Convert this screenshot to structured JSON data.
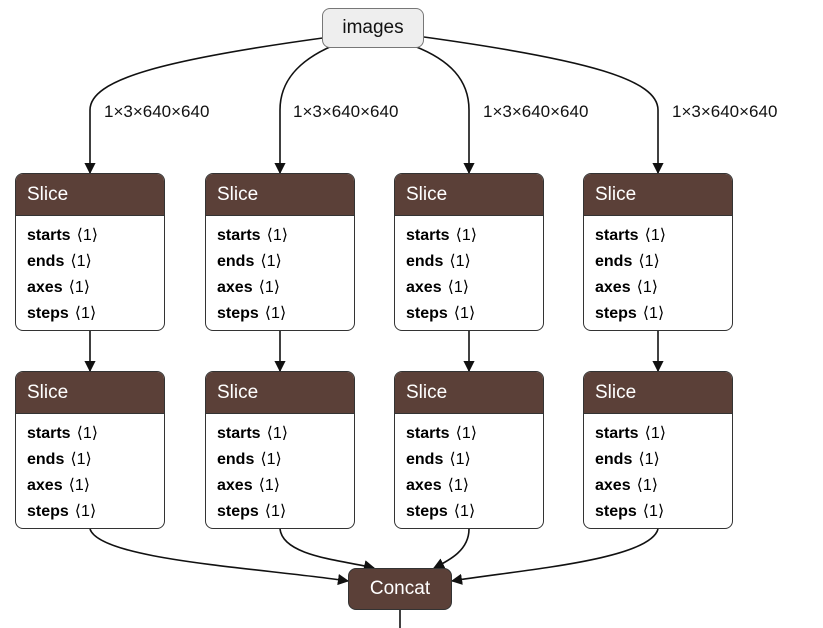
{
  "input": {
    "label": "images"
  },
  "edge_labels": [
    "1×3×640×640",
    "1×3×640×640",
    "1×3×640×640",
    "1×3×640×640"
  ],
  "columns": [
    {
      "top": {
        "title": "Slice",
        "attrs": [
          {
            "name": "starts",
            "value": "⟨1⟩"
          },
          {
            "name": "ends",
            "value": "⟨1⟩"
          },
          {
            "name": "axes",
            "value": "⟨1⟩"
          },
          {
            "name": "steps",
            "value": "⟨1⟩"
          }
        ]
      },
      "bottom": {
        "title": "Slice",
        "attrs": [
          {
            "name": "starts",
            "value": "⟨1⟩"
          },
          {
            "name": "ends",
            "value": "⟨1⟩"
          },
          {
            "name": "axes",
            "value": "⟨1⟩"
          },
          {
            "name": "steps",
            "value": "⟨1⟩"
          }
        ]
      }
    },
    {
      "top": {
        "title": "Slice",
        "attrs": [
          {
            "name": "starts",
            "value": "⟨1⟩"
          },
          {
            "name": "ends",
            "value": "⟨1⟩"
          },
          {
            "name": "axes",
            "value": "⟨1⟩"
          },
          {
            "name": "steps",
            "value": "⟨1⟩"
          }
        ]
      },
      "bottom": {
        "title": "Slice",
        "attrs": [
          {
            "name": "starts",
            "value": "⟨1⟩"
          },
          {
            "name": "ends",
            "value": "⟨1⟩"
          },
          {
            "name": "axes",
            "value": "⟨1⟩"
          },
          {
            "name": "steps",
            "value": "⟨1⟩"
          }
        ]
      }
    },
    {
      "top": {
        "title": "Slice",
        "attrs": [
          {
            "name": "starts",
            "value": "⟨1⟩"
          },
          {
            "name": "ends",
            "value": "⟨1⟩"
          },
          {
            "name": "axes",
            "value": "⟨1⟩"
          },
          {
            "name": "steps",
            "value": "⟨1⟩"
          }
        ]
      },
      "bottom": {
        "title": "Slice",
        "attrs": [
          {
            "name": "starts",
            "value": "⟨1⟩"
          },
          {
            "name": "ends",
            "value": "⟨1⟩"
          },
          {
            "name": "axes",
            "value": "⟨1⟩"
          },
          {
            "name": "steps",
            "value": "⟨1⟩"
          }
        ]
      }
    },
    {
      "top": {
        "title": "Slice",
        "attrs": [
          {
            "name": "starts",
            "value": "⟨1⟩"
          },
          {
            "name": "ends",
            "value": "⟨1⟩"
          },
          {
            "name": "axes",
            "value": "⟨1⟩"
          },
          {
            "name": "steps",
            "value": "⟨1⟩"
          }
        ]
      },
      "bottom": {
        "title": "Slice",
        "attrs": [
          {
            "name": "starts",
            "value": "⟨1⟩"
          },
          {
            "name": "ends",
            "value": "⟨1⟩"
          },
          {
            "name": "axes",
            "value": "⟨1⟩"
          },
          {
            "name": "steps",
            "value": "⟨1⟩"
          }
        ]
      }
    }
  ],
  "output": {
    "label": "Concat"
  }
}
